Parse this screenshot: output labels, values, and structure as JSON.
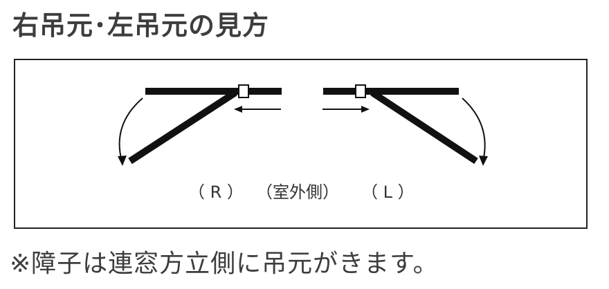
{
  "title": "右吊元･左吊元の見方",
  "diagram": {
    "label_right": "（ R ）",
    "label_outside": "（室外側）",
    "label_left": "（ L ）"
  },
  "note": "※障子は連窓方立側に吊元がきます。",
  "colors": {
    "line": "#111111",
    "text": "#3d3d3d"
  }
}
